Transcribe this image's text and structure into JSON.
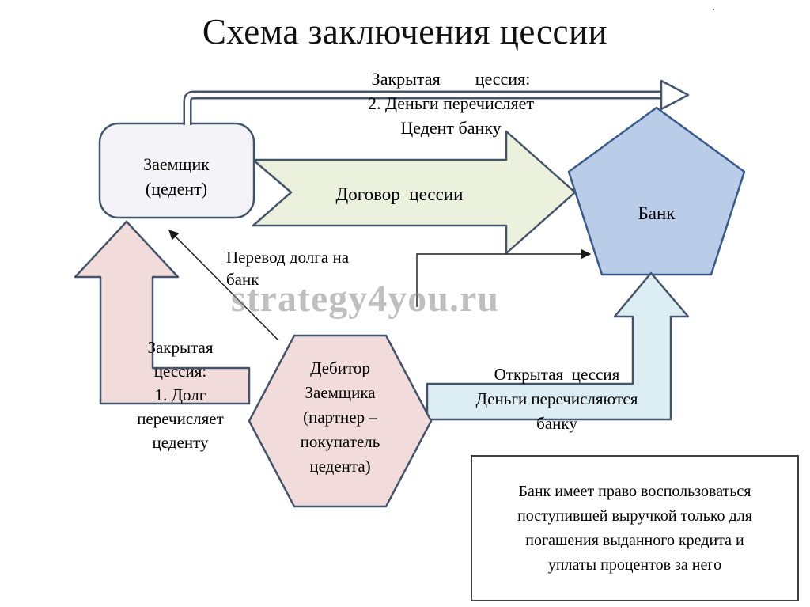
{
  "title": "Схема заключения цессии",
  "watermark": "strategy4you.ru",
  "stray_dot": ".",
  "labels": {
    "closed_cession_top": "Закрытая        цессия:\n2. Деньги перечисляет\nЦедент банку",
    "borrower": "Заемщик\n(цедент)",
    "contract": "Договор  цессии",
    "bank": "Банк",
    "debt_transfer": "Перевод долга на\nбанк",
    "closed_cession_left": "Закрытая\nцессия:\n1. Долг\nперечисляет\nцеденту",
    "debtor": "Дебитор\nЗаемщика\n(партнер –\nпокупатель\nцедента)",
    "open_cession": "Открытая  цессия\nДеньги перечисляются\nбанку",
    "bank_note": "Банк имеет право воспользоваться\nпоступившей выручкой только для\nпогашения выданного кредита и\nуплаты процентов за него"
  },
  "colors": {
    "box_fill": "#f4f4f8",
    "contract_arrow_fill": "#ebf1dd",
    "pentagon_fill": "#b9cde9",
    "pink_fill": "#f2dcdb",
    "blue_fill": "#dcedf4",
    "outline": "#44546a",
    "thin_line": "#1a1a1a",
    "watermark_gray": "#8c8c8c"
  }
}
